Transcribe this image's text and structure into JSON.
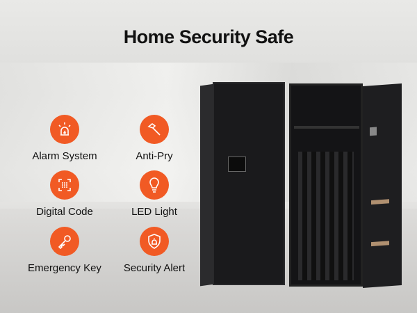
{
  "title": "Home Security Safe",
  "accent": "#f15a24",
  "features": [
    {
      "label": "Alarm System",
      "icon": "alarm-siren-icon"
    },
    {
      "label": "Anti-Pry",
      "icon": "hammer-icon"
    },
    {
      "label": "Digital Code",
      "icon": "keypad-icon"
    },
    {
      "label": "LED Light",
      "icon": "light-bulb-icon"
    },
    {
      "label": "Emergency Key",
      "icon": "key-icon"
    },
    {
      "label": "Security Alert",
      "icon": "shield-alert-icon"
    }
  ]
}
